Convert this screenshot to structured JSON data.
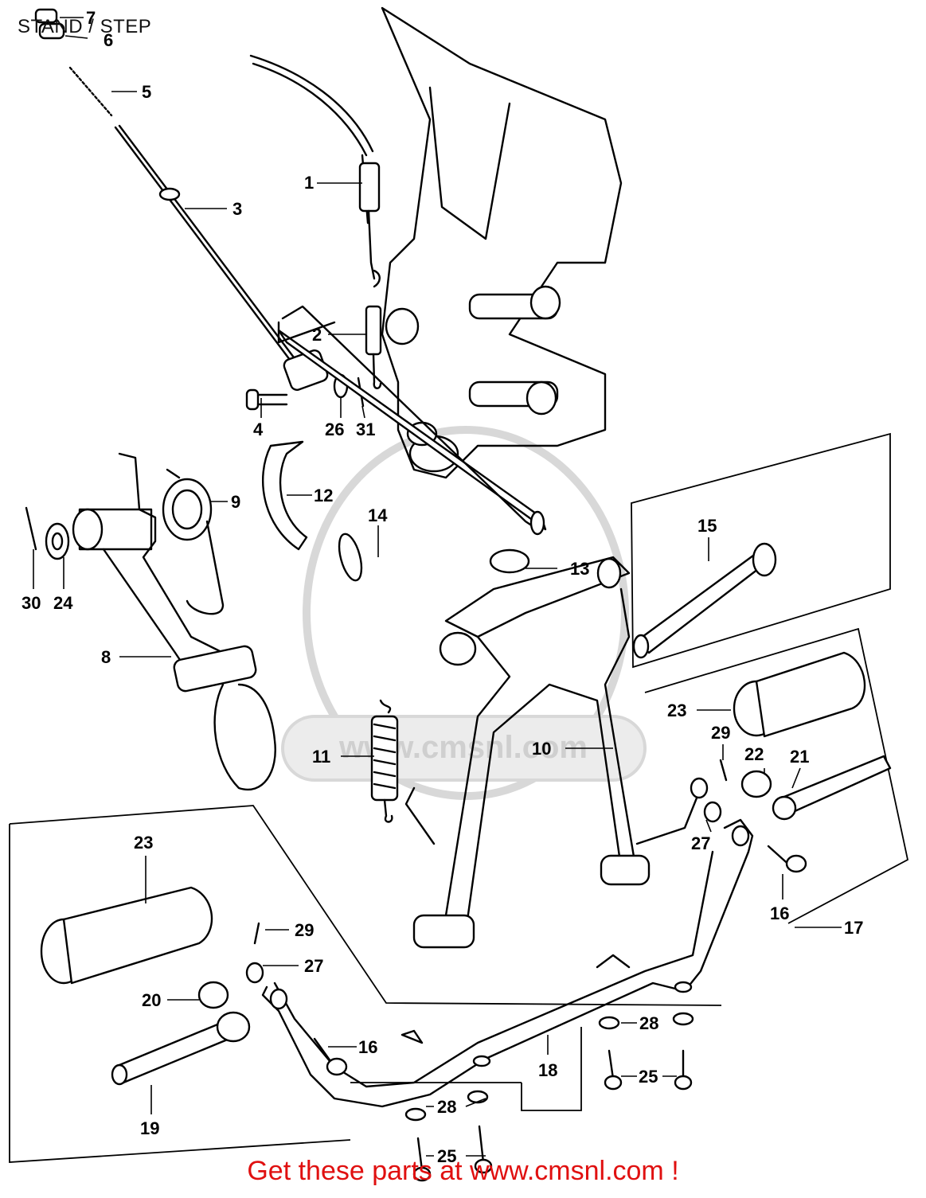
{
  "header": {
    "title": "STAND / STEP"
  },
  "footer": {
    "link_text": "Get these parts at www.cmsnl.com !"
  },
  "watermark": {
    "text": "www.cmsnl.com"
  },
  "callouts": [
    {
      "id": "c7",
      "num": "7"
    },
    {
      "id": "c6",
      "num": "6"
    },
    {
      "id": "c5",
      "num": "5"
    },
    {
      "id": "c3",
      "num": "3"
    },
    {
      "id": "c1",
      "num": "1"
    },
    {
      "id": "c2",
      "num": "2"
    },
    {
      "id": "c4",
      "num": "4"
    },
    {
      "id": "c26",
      "num": "26"
    },
    {
      "id": "c31",
      "num": "31"
    },
    {
      "id": "c9",
      "num": "9"
    },
    {
      "id": "c12",
      "num": "12"
    },
    {
      "id": "c14",
      "num": "14"
    },
    {
      "id": "c15",
      "num": "15"
    },
    {
      "id": "c13",
      "num": "13"
    },
    {
      "id": "c30",
      "num": "30"
    },
    {
      "id": "c24",
      "num": "24"
    },
    {
      "id": "c8",
      "num": "8"
    },
    {
      "id": "c23a",
      "num": "23"
    },
    {
      "id": "c29a",
      "num": "29"
    },
    {
      "id": "c22",
      "num": "22"
    },
    {
      "id": "c21",
      "num": "21"
    },
    {
      "id": "c11",
      "num": "11"
    },
    {
      "id": "c10",
      "num": "10"
    },
    {
      "id": "c27a",
      "num": "27"
    },
    {
      "id": "c16a",
      "num": "16"
    },
    {
      "id": "c17",
      "num": "17"
    },
    {
      "id": "c23b",
      "num": "23"
    },
    {
      "id": "c29b",
      "num": "29"
    },
    {
      "id": "c27b",
      "num": "27"
    },
    {
      "id": "c20",
      "num": "20"
    },
    {
      "id": "c16b",
      "num": "16"
    },
    {
      "id": "c28a",
      "num": "28"
    },
    {
      "id": "c18",
      "num": "18"
    },
    {
      "id": "c25a",
      "num": "25"
    },
    {
      "id": "c19",
      "num": "19"
    },
    {
      "id": "c28b",
      "num": "28"
    },
    {
      "id": "c25b",
      "num": "25"
    }
  ]
}
